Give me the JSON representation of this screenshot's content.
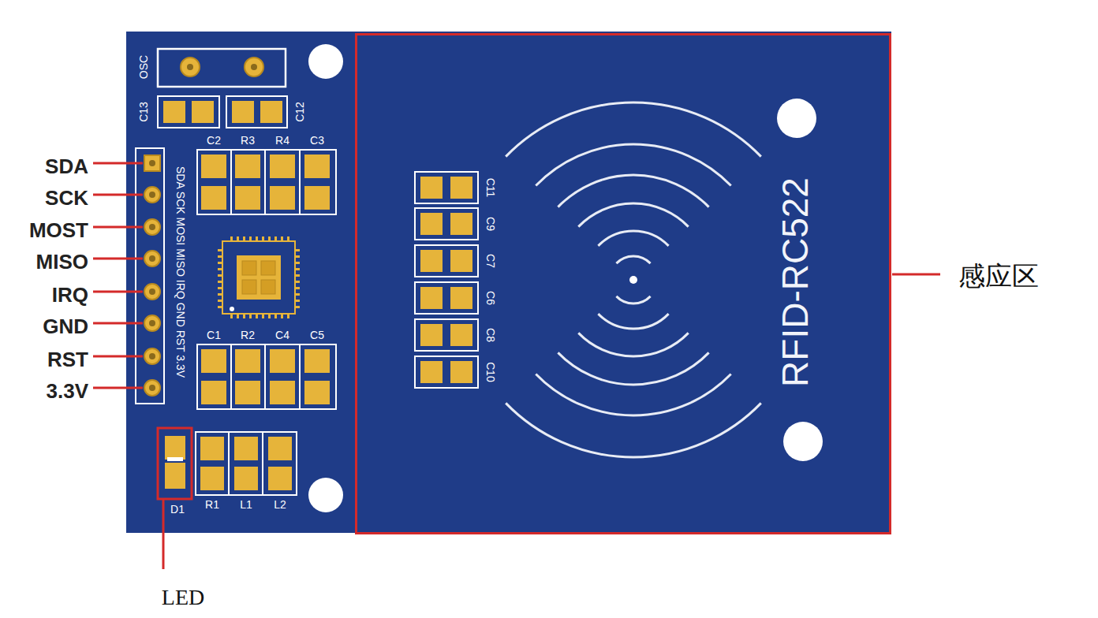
{
  "diagram": {
    "nodes": [
      {
        "text": [
          "RFID-RC522"
        ]
      }
    ],
    "labels": [
      "SDA",
      "SCK",
      "MOST",
      "MISO",
      "IRQ",
      "GND",
      "RST",
      "3.3V",
      "OSC",
      "C13",
      "C12",
      "C2",
      "R3",
      "R4",
      "C3",
      "SDA SCK MOSI MISO IRQ GND RST 3.3V",
      "C1",
      "R2",
      "C4",
      "C5",
      "D1",
      "R1",
      "L1",
      "L2",
      "C11",
      "C9",
      "C7",
      "C6",
      "C8",
      "C10",
      "感应区",
      "LED"
    ]
  }
}
